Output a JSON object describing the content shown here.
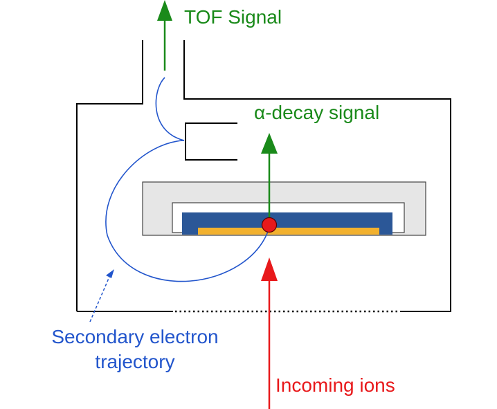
{
  "labels": {
    "tof_signal": "TOF Signal",
    "alpha_decay_signal": "α-decay signal",
    "secondary_electron_line1": "Secondary electron",
    "secondary_electron_line2": "trajectory",
    "incoming_ions": "Incoming ions"
  },
  "colors": {
    "chamber_wall": "#000000",
    "detector_housing_fill": "#e6e6e6",
    "detector_housing_stroke": "#444444",
    "inner_frame_fill": "#ffffff",
    "detector_blue": "#2b5797",
    "foil_yellow": "#f2b12e",
    "ion_red": "#e8191b",
    "signal_green": "#1a8a1a",
    "electron_blue": "#2255cc"
  }
}
